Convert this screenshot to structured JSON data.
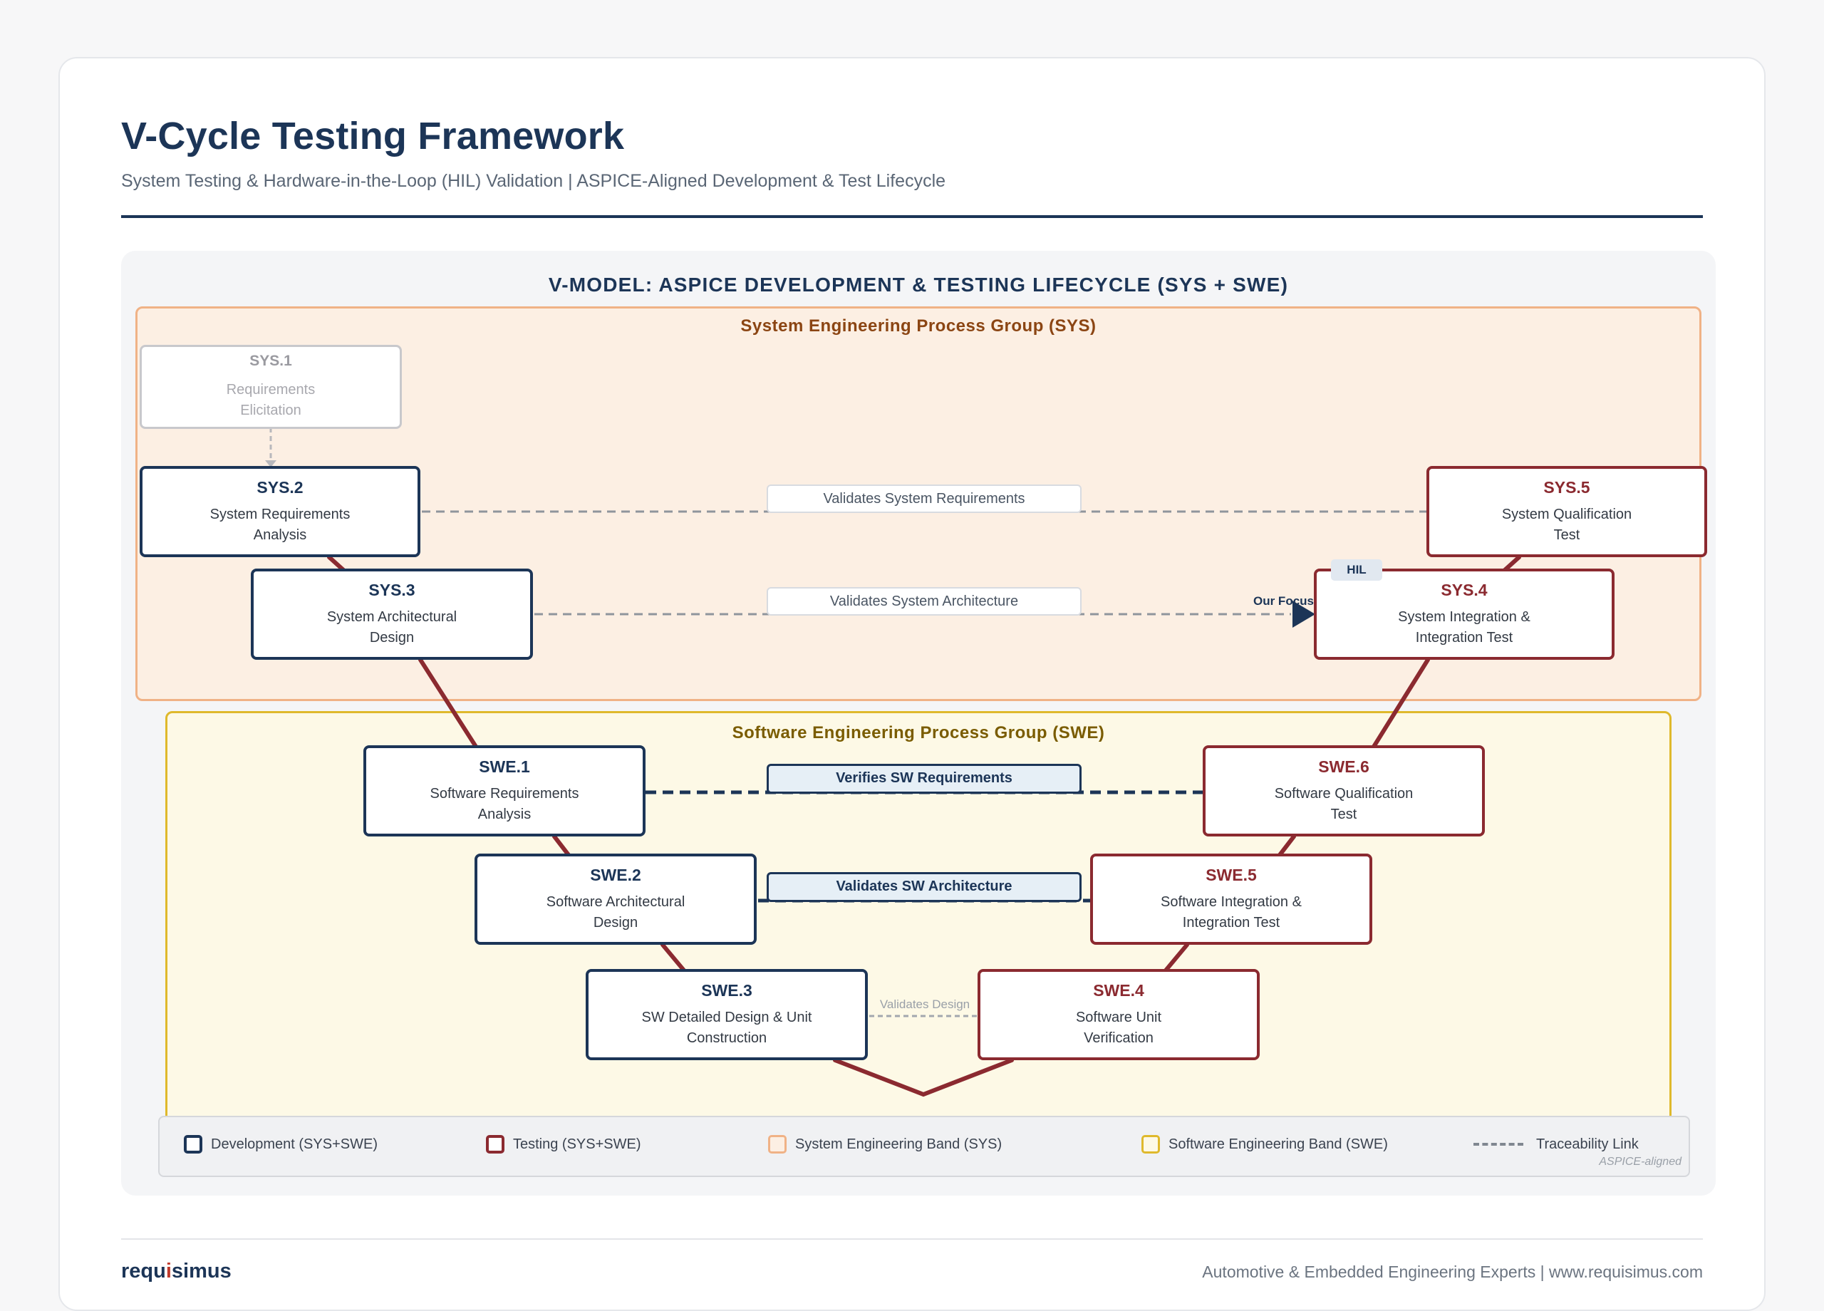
{
  "header": {
    "title": "V-Cycle Testing Framework",
    "subtitle": "System Testing & Hardware-in-the-Loop (HIL) Validation  |  ASPICE-Aligned Development & Test Lifecycle"
  },
  "diagram": {
    "title": "V-MODEL: ASPICE DEVELOPMENT & TESTING LIFECYCLE (SYS + SWE)",
    "sys_band_label": "System Engineering Process Group (SYS)",
    "swe_band_label": "Software Engineering Process Group (SWE)",
    "nodes": {
      "sys1": {
        "id": "SYS.1",
        "desc": "Requirements Elicitation"
      },
      "sys2": {
        "id": "SYS.2",
        "desc": "System Requirements Analysis"
      },
      "sys3": {
        "id": "SYS.3",
        "desc": "System Architectural Design"
      },
      "sys4": {
        "id": "SYS.4",
        "desc": "System Integration & Integration Test"
      },
      "sys5": {
        "id": "SYS.5",
        "desc": "System Qualification Test"
      },
      "swe1": {
        "id": "SWE.1",
        "desc": "Software Requirements Analysis"
      },
      "swe2": {
        "id": "SWE.2",
        "desc": "Software Architectural Design"
      },
      "swe3": {
        "id": "SWE.3",
        "desc": "SW Detailed Design & Unit Construction"
      },
      "swe4": {
        "id": "SWE.4",
        "desc": "Software Unit Verification"
      },
      "swe5": {
        "id": "SWE.5",
        "desc": "Software Integration & Integration Test"
      },
      "swe6": {
        "id": "SWE.6",
        "desc": "Software Qualification Test"
      }
    },
    "trace_labels": {
      "sys_req": "Validates System Requirements",
      "sys_arch": "Validates System Architecture",
      "sw_req": "Verifies SW Requirements",
      "sw_arch": "Validates SW Architecture",
      "sw_design": "Validates Design"
    },
    "hil_badge": "HIL",
    "focus_label": "Our Focus",
    "colors": {
      "development": "#1c3557",
      "testing": "#8b2a30",
      "sys_band": "#f0b286",
      "swe_band": "#dfb92c",
      "trace": "#808790"
    }
  },
  "legend": {
    "development": "Development (SYS+SWE)",
    "testing": "Testing (SYS+SWE)",
    "sys_band": "System Engineering Band (SYS)",
    "swe_band": "Software Engineering Band (SWE)",
    "trace": "Traceability Link",
    "note": "ASPICE-aligned"
  },
  "footer": {
    "brand_pre": "requ",
    "brand_accent": "i",
    "brand_post": "simus",
    "note": "Automotive & Embedded Engineering Experts  |  www.requisimus.com"
  }
}
